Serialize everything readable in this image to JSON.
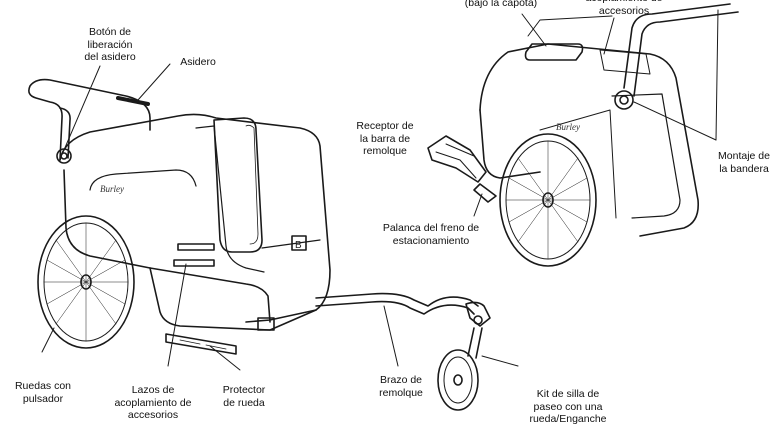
{
  "labels": {
    "boton": "Botón de\nliberación\ndel asidero",
    "asidero": "Asidero",
    "bajo_capota": "(bajo la capota)",
    "acoplamiento_top": "acoplamiento de\naccesorios",
    "receptor": "Receptor de\nla barra de\nremolque",
    "montaje": "Montaje de\nla bandera",
    "palanca": "Palanca del freno de\nestacionamiento",
    "ruedas": "Ruedas con\npulsador",
    "lazos": "Lazos de\nacoplamiento de\naccesorios",
    "protector": "Protector\nde rueda",
    "brazo": "Brazo de\nremolque",
    "kit": "Kit de silla de\npaseo con una\nrueda/Enganche"
  },
  "brand_text": "Burley"
}
